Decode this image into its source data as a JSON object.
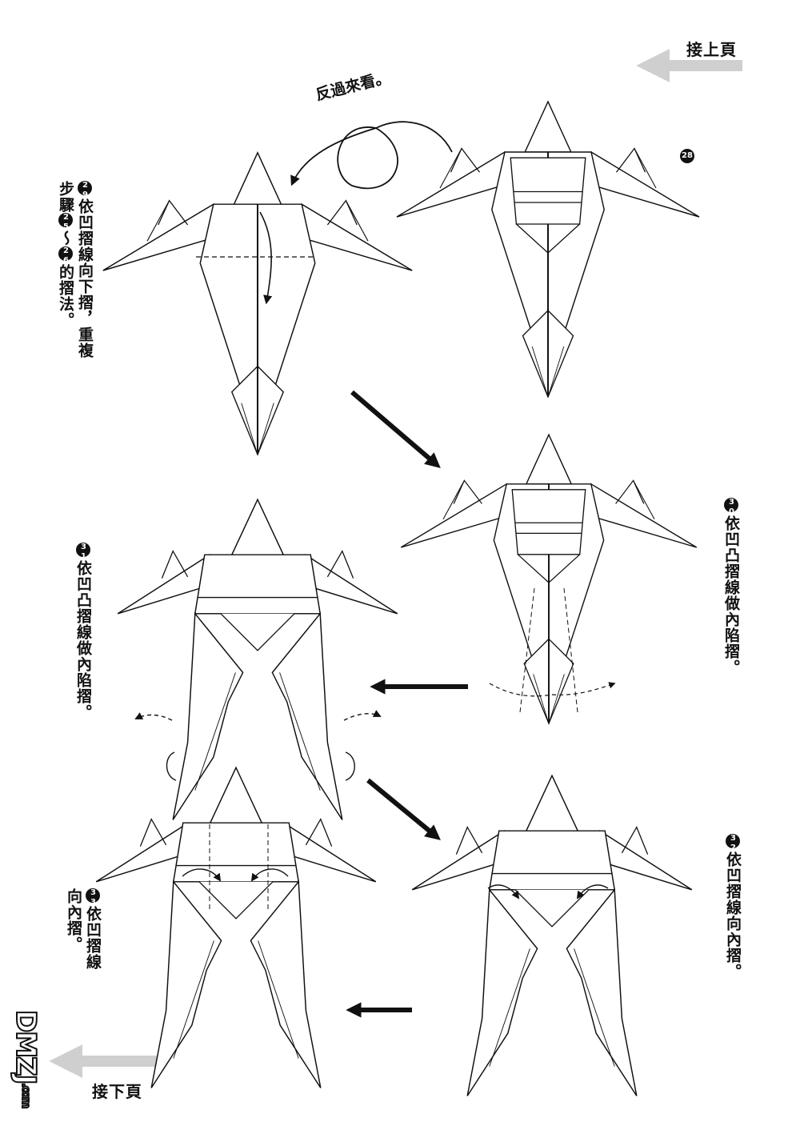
{
  "nav": {
    "prev_label": "接上頁",
    "next_label": "接下頁"
  },
  "flip_note": "反過來看。",
  "steps": [
    {
      "num": "28",
      "text": ""
    },
    {
      "num": "29",
      "line1": "依凹摺線向下摺，",
      "line2_a": "重複步驟",
      "ref_a": "25",
      "tilde": "～",
      "ref_b": "26",
      "line2_b": "的摺法。"
    },
    {
      "num": "30",
      "text": "依凹凸摺線做內陷摺。"
    },
    {
      "num": "31",
      "text": "依凹凸摺線做內陷摺。"
    },
    {
      "num": "32",
      "text": "依凹摺線向內摺。"
    },
    {
      "num": "33",
      "text": "依凹摺線向內摺。"
    }
  ],
  "watermark": "DMZJ",
  "watermark_suffix": ".com"
}
